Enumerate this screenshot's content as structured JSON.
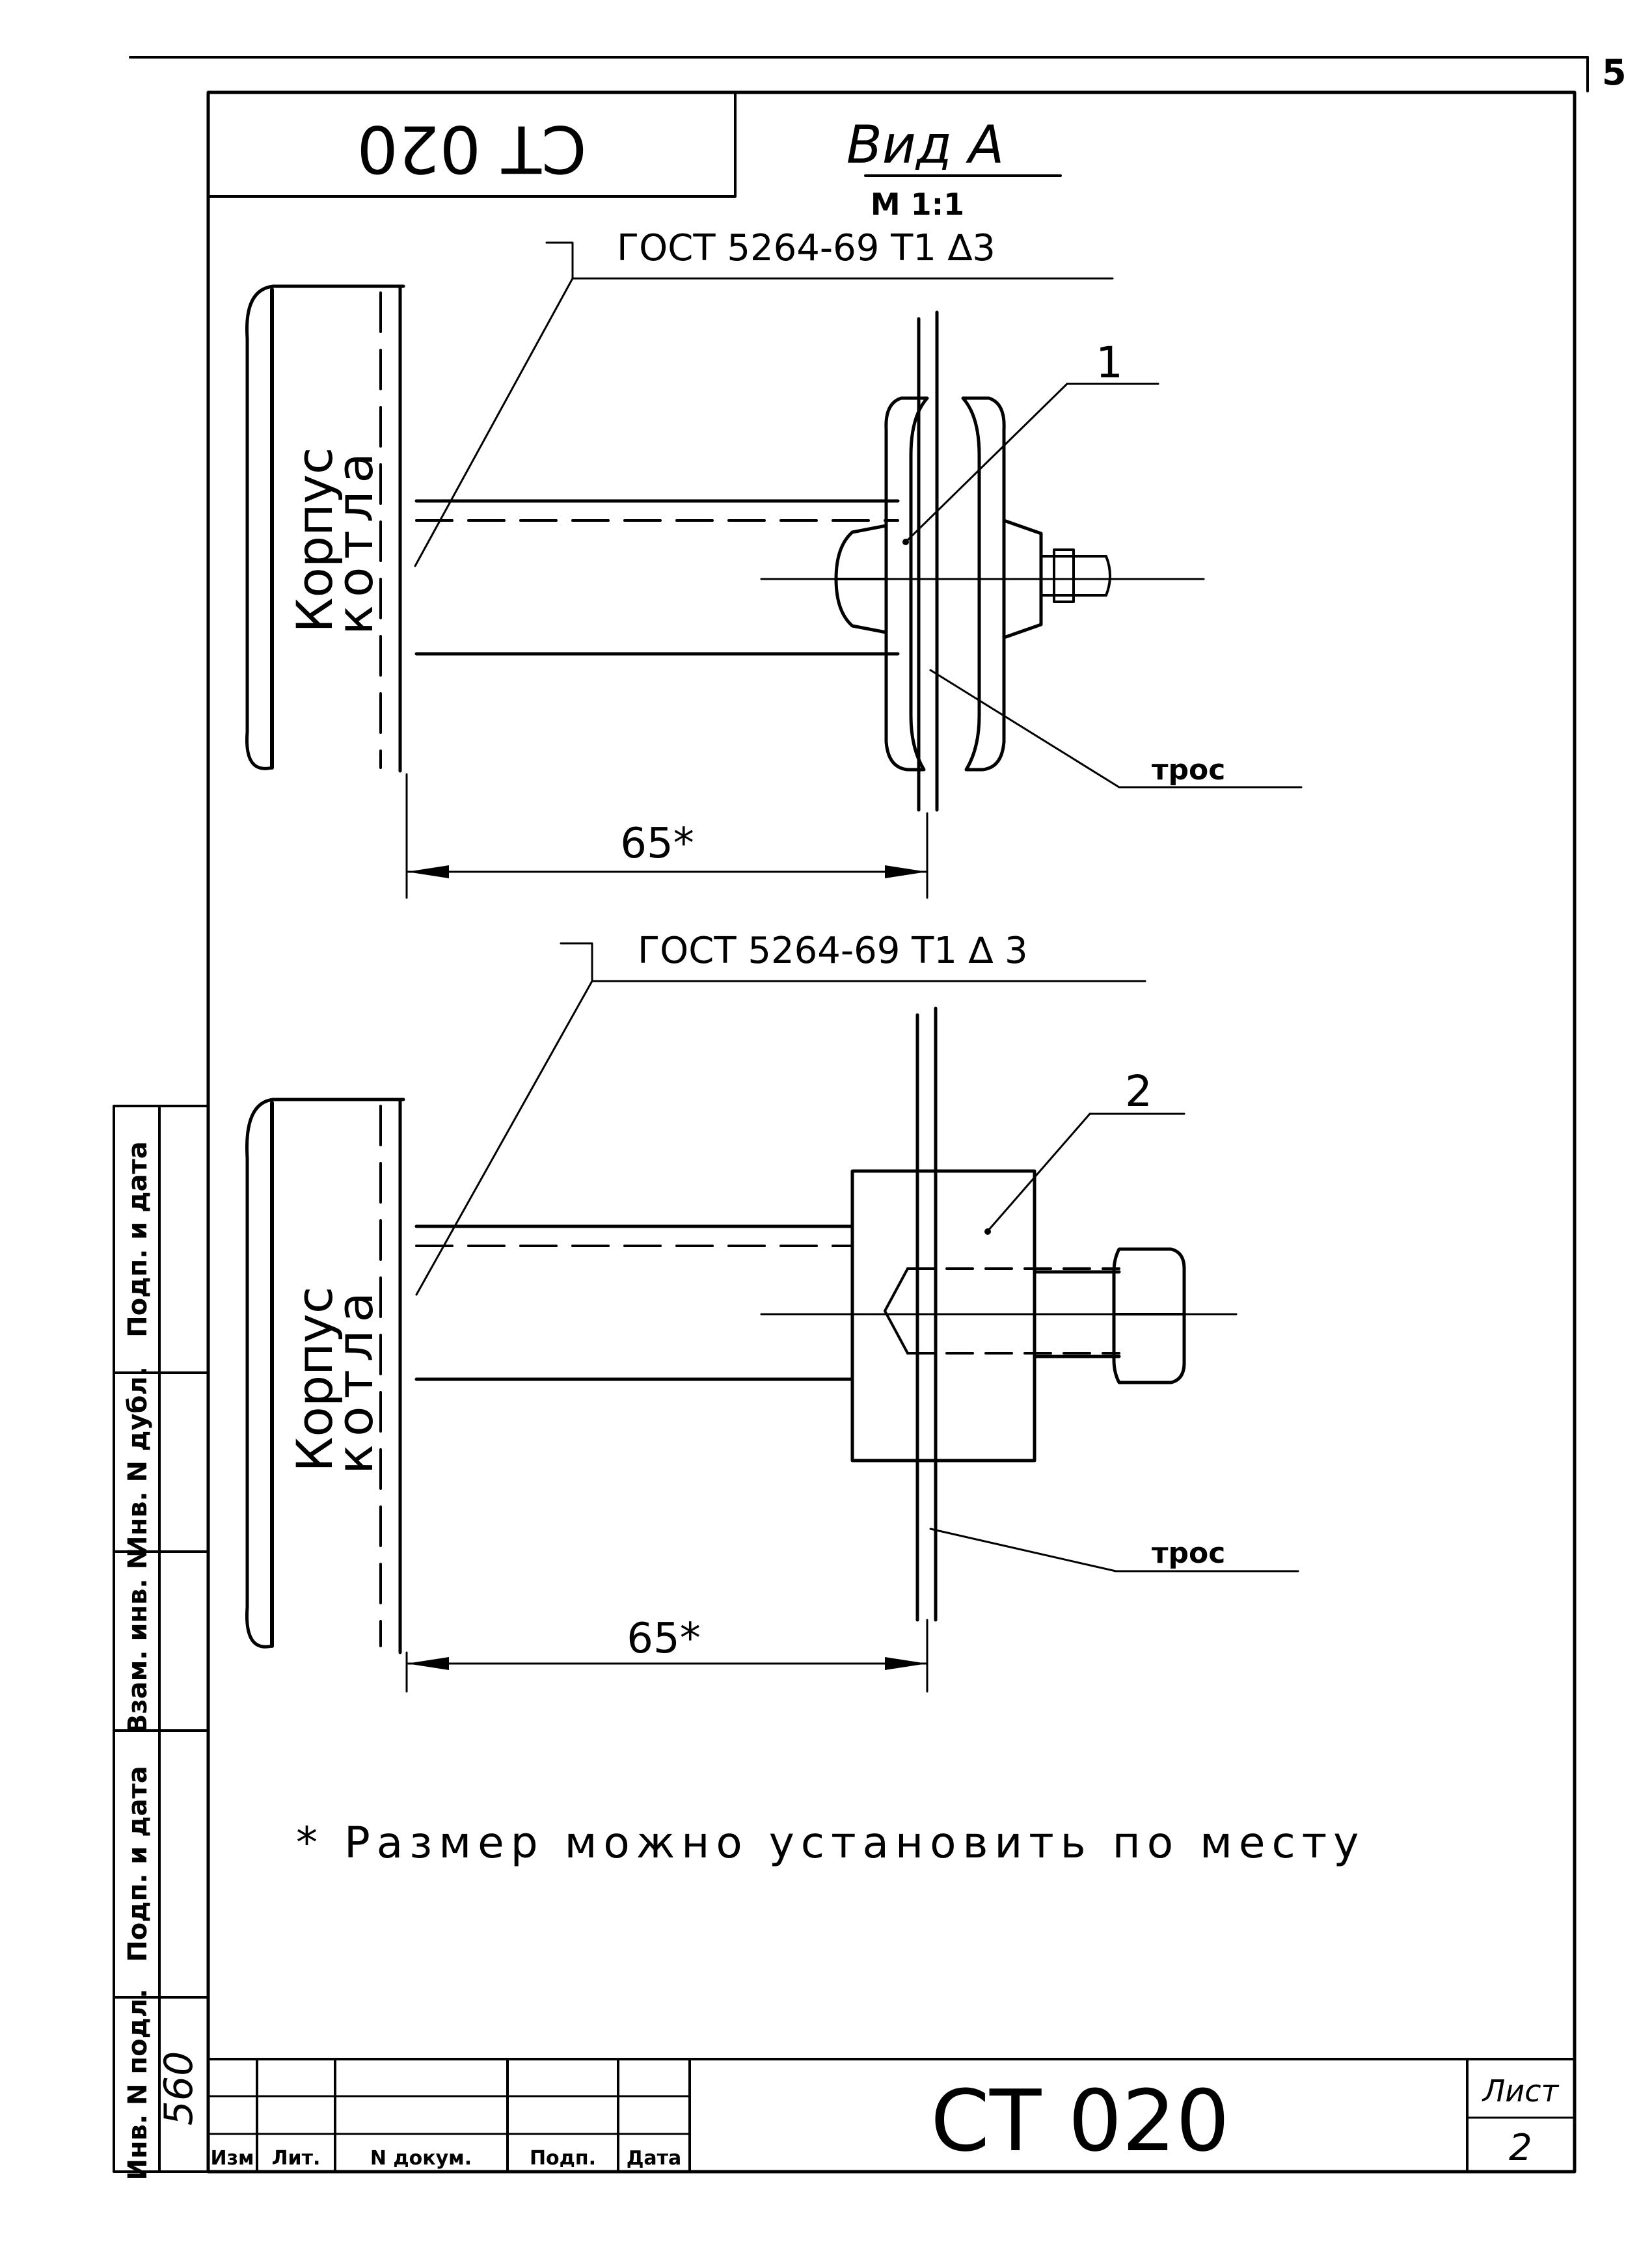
{
  "sheet": {
    "page_number": "5",
    "doc_code_rotated": "CT 020",
    "view_title": "Вид А",
    "view_scale": "М 1:1"
  },
  "view_top": {
    "weld_note": "ГОСТ 5264-69 Т1 ∆3",
    "body_label_line1": "Корпус",
    "body_label_line2": "котла",
    "position_label": "1",
    "rope_label": "трос",
    "dimension": "65*"
  },
  "view_bottom": {
    "weld_note": "ГОСТ 5264-69 Т1 ∆ 3",
    "body_label_line1": "Корпус",
    "body_label_line2": "котла",
    "position_label": "2",
    "rope_label": "трос",
    "dimension": "65*"
  },
  "note": "* Размер можно установить по месту",
  "left_margin_stamp": {
    "fields": [
      "Инв. N подл.",
      "Подп. и дата",
      "Взам. инв. N",
      "Инв. N дубл.",
      "Подп. и дата"
    ],
    "inventory_value": "560"
  },
  "title_block": {
    "headers": [
      "Изм",
      "Лит.",
      "N докум.",
      "Подп.",
      "Дата"
    ],
    "designation": "СТ 020",
    "sheet_label": "Лист",
    "sheet_value": "2"
  }
}
